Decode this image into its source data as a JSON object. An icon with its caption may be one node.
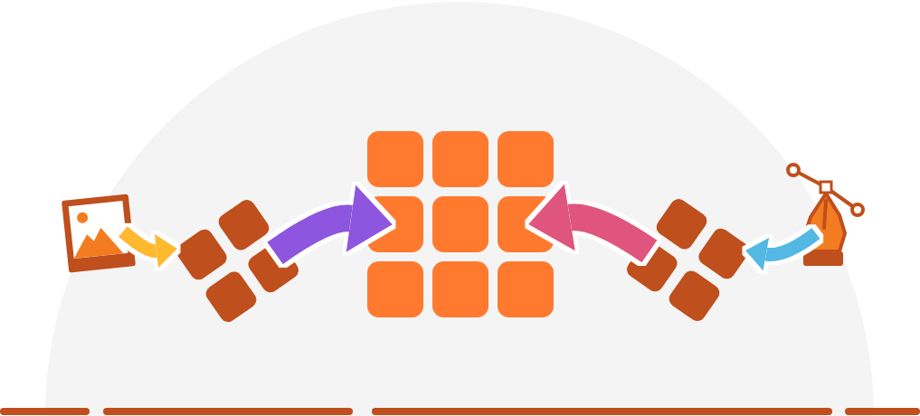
{
  "diagram": {
    "nodes": [
      {
        "text": [],
        "shape": "picture"
      },
      {
        "text": [],
        "shape": "grid"
      },
      {
        "text": [],
        "shape": "grid"
      },
      {
        "text": [],
        "shape": "grid"
      },
      {
        "text": [],
        "shape": "picture"
      }
    ],
    "edges": [
      {
        "from": 0,
        "to": 1,
        "arrow": "to",
        "color": "#ffb92e"
      },
      {
        "from": 1,
        "to": 2,
        "arrow": "to",
        "style": "thick",
        "color": "#8e55df"
      },
      {
        "from": 3,
        "to": 2,
        "arrow": "to",
        "style": "thick",
        "color": "#e0557e"
      },
      {
        "from": 4,
        "to": 3,
        "arrow": "to",
        "color": "#52b8e4"
      }
    ]
  }
}
